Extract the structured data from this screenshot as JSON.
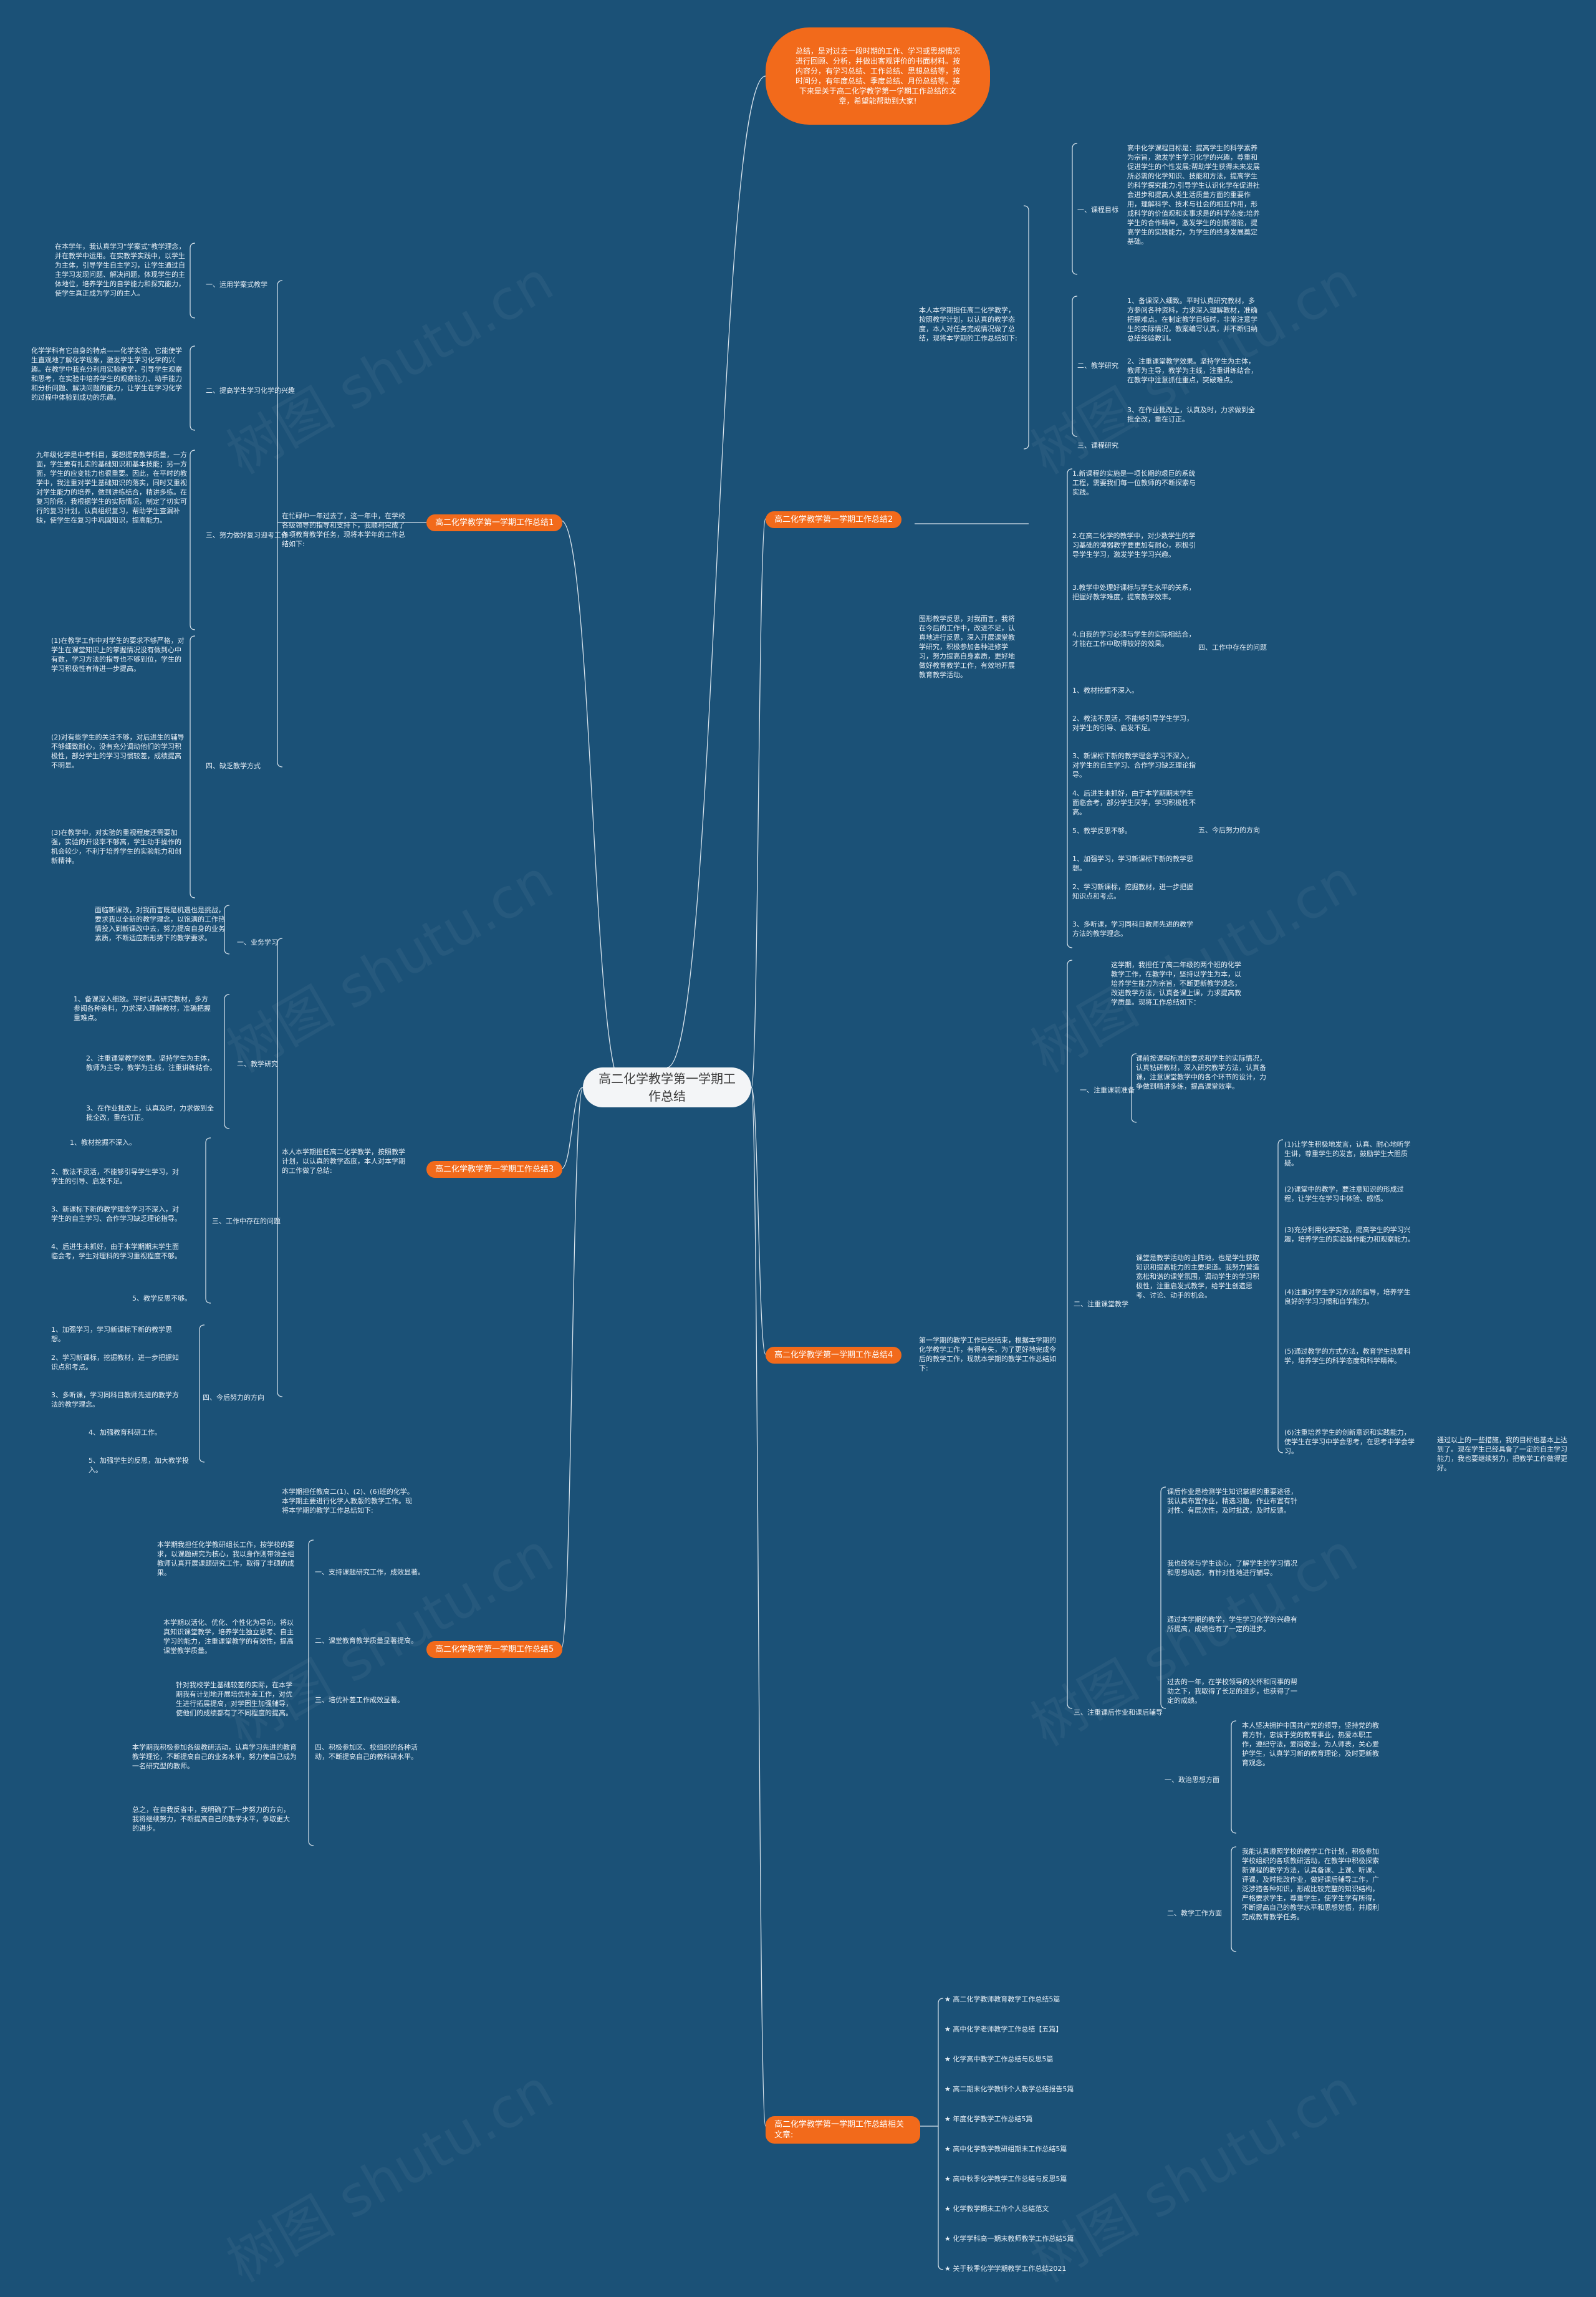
{
  "root": "高二化学教学第一学期工作总结",
  "intro": "总结，是对过去一段时期的工作、学习或思想情况进行回顾、分析，并做出客观评价的书面材料。按内容分，有学习总结、工作总结、思想总结等，按时间分，有年度总结、季度总结、月份总结等。接下来是关于高二化学教学第一学期工作总结的文章，希望能帮助到大家!",
  "branches": {
    "b1": "高二化学教学第一学期工作总结1",
    "b2": "高二化学教学第一学期工作总结2",
    "b3": "高二化学教学第一学期工作总结3",
    "b4": "高二化学教学第一学期工作总结4",
    "b5": "高二化学教学第一学期工作总结5",
    "b6": "高二化学教学第一学期工作总结相关文章:"
  },
  "s1": {
    "lead": "在忙碌中一年过去了，这一年中，在学校各级领导的指导和支持下，我顺利完成了各项教育教学任务，现将本学年的工作总结如下:",
    "h1": "一、运用学案式教学",
    "t1": "在本学年，我认真学习“学案式”教学理念，并在教学中运用。在实教学实践中，以学生为主体，引导学生自主学习，让学生通过自主学习发现问题、解决问题，体现学生的主体地位，培养学生的自学能力和探究能力，使学生真正成为学习的主人。",
    "h2": "二、提高学生学习化学的兴趣",
    "t2": "化学学科有它自身的特点——化学实验，它能使学生直观地了解化学现象，激发学生学习化学的兴趣。在教学中我充分利用实验教学，引导学生观察和思考，在实验中培养学生的观察能力、动手能力和分析问题、解决问题的能力，让学生在学习化学的过程中体验到成功的乐趣。",
    "h3": "三、努力做好复习迎考工作",
    "t3": "九年级化学是中考科目，要想提高教学质量，一方面，学生要有扎实的基础知识和基本技能；另一方面，学生的应变能力也很重要。因此，在平时的教学中，我注重对学生基础知识的落实，同时又重视对学生能力的培养，做到讲练结合，精讲多练。在复习阶段，我根据学生的实际情况，制定了切实可行的复习计划，认真组织复习，帮助学生查漏补缺，使学生在复习中巩固知识，提高能力。",
    "h4": "四、缺乏教学方式",
    "t4a": "(1)在教学工作中对学生的要求不够严格，对学生在课堂知识上的掌握情况没有做到心中有数，学习方法的指导也不够到位，学生的学习积极性有待进一步提高。",
    "t4b": "(2)对有些学生的关注不够，对后进生的辅导不够细致耐心，没有充分调动他们的学习积极性，部分学生的学习习惯较差，成绩提高不明显。",
    "t4c": "(3)在教学中，对实验的重视程度还需要加强，实验的开设率不够高，学生动手操作的机会较少，不利于培养学生的实验能力和创新精神。"
  },
  "s2": {
    "lead": "本人本学期担任高二化学教学，按照教学计划，以认真的教学态度，本人对任务完成情况做了总结，现将本学期的工作总结如下:",
    "h1": "一、课程目标",
    "t1": "高中化学课程目标是：提高学生的科学素养为宗旨，激发学生学习化学的兴趣，尊重和促进学生的个性发展;帮助学生获得未来发展所必需的化学知识、技能和方法，提高学生的科学探究能力;引导学生认识化学在促进社会进步和提高人类生活质量方面的重要作用，理解科学、技术与社会的相互作用，形成科学的价值观和实事求是的科学态度;培养学生的合作精神，激发学生的创新潜能，提高学生的实践能力，为学生的终身发展奠定基础。",
    "h2": "二、教学研究",
    "t2a": "1、备课深入细致。平时认真研究教材，多方参阅各种资料，力求深入理解教材，准确把握难点。在制定教学目标时，非常注意学生的实际情况，教案编写认真，并不断归纳总结经验教训。",
    "t2b": "2、注重课堂教学效果。坚持学生为主体，教师为主导，教学为主线，注重讲练结合，在教学中注意抓住重点，突破难点。",
    "t2c": "3、在作业批改上，认真及时，力求做到全批全改，重在订正。",
    "h3": "三、课程研究",
    "t3": "1.新课程的实施是一项长期的艰巨的系统工程，需要我们每一位教师的不断探索与实践。",
    "t3b": "2.在高二化学的教学中，对少数学生的学习基础的薄弱教学要更加有耐心，积极引导学生学习，激发学生学习兴趣。",
    "t3c": "3.教学中处理好课标与学生水平的关系，把握好教学难度，提高教学效率。",
    "t3d": "4.自我的学习必须与学生的实际相结合，才能在工作中取得较好的效果。",
    "h4": "四、工作中存在的问题",
    "t4a": "1、教材挖掘不深入。",
    "t4b": "2、教法不灵活，不能够引导学生学习，对学生的引导、启发不足。",
    "t4c": "3、新课标下新的教学理念学习不深入，对学生的自主学习、合作学习缺乏理论指导。",
    "t4d": "4、后进生未抓好，由于本学期期末学生面临会考，部分学生厌学，学习积极性不高。",
    "t4e": "5、教学反思不够。",
    "h5": "五、今后努力的方向",
    "t5a": "1、加强学习，学习新课标下新的教学思想。",
    "t5b": "2、学习新课标，挖掘教材，进一步把握知识点和考点。",
    "t5c": "3、多听课，学习同科目教师先进的教学方法的教学理念。",
    "rel": "图形教学反思，对我而言，我将在今后的工作中，改进不足，认真地进行反思，深入开展课堂教学研究，积极参加各种进修学习，努力提高自身素质，更好地做好教育教学工作，有效地开展教育教学活动。"
  },
  "s3": {
    "lead": "本人本学期担任高二化学教学，按照教学计划，以认真的教学态度，本人对本学期的工作做了总结:",
    "h1": "一、业务学习",
    "t1": "面临新课改，对我而言既是机遇也是挑战，要求我以全新的教学理念，以饱满的工作热情投入到新课改中去，努力提高自身的业务素质，不断适应新形势下的教学要求。",
    "h2": "二、教学研究",
    "t2a": "1、备课深入细致。平时认真研究教材，多方参阅各种资料，力求深入理解教材，准确把握重难点。",
    "t2b": "2、注重课堂教学效果。坚持学生为主体，教师为主导，教学为主线，注重讲练结合。",
    "t2c": "3、在作业批改上，认真及时，力求做到全批全改，重在订正。",
    "h3": "三、工作中存在的问题",
    "t3a": "1、教材挖掘不深入。",
    "t3b": "2、教法不灵活，不能够引导学生学习，对学生的引导、启发不足。",
    "t3c": "3、新课标下新的教学理念学习不深入，对学生的自主学习、合作学习缺乏理论指导。",
    "t3d": "4、后进生未抓好，由于本学期期末学生面临会考，学生对理科的学习重视程度不够。",
    "t3e": "5、教学反思不够。",
    "h4": "四、今后努力的方向",
    "t4a": "1、加强学习，学习新课标下新的教学思想。",
    "t4b": "2、学习新课标，挖掘教材，进一步把握知识点和考点。",
    "t4c": "3、多听课，学习同科目教师先进的教学方法的教学理念。",
    "t4d": "4、加强教育科研工作。",
    "t4e": "5、加强学生的反思，加大教学投入。"
  },
  "s4": {
    "lead": "第一学期的教学工作已经结束，根据本学期的化学教学工作，有得有失，为了更好地完成今后的教学工作，现就本学期的教学工作总结如下:",
    "intro2": "这学期，我担任了高二年级的两个班的化学教学工作，在教学中，坚持以学生为本，以培养学生能力为宗旨，不断更新教学观念，改进教学方法，认真备课上课，力求提高教学质量。现将工作总结如下：",
    "h1": "一、注重课前准备",
    "t1": "课前按课程标准的要求和学生的实际情况，认真钻研教材，深入研究教学方法，认真备课，注意课堂教学中的各个环节的设计，力争做到精讲多练，提高课堂效率。",
    "h2": "二、注重课堂教学",
    "t2": "课堂是教学活动的主阵地，也是学生获取知识和提高能力的主要渠道。我努力营造宽松和谐的课堂氛围，调动学生的学习积极性，注重启发式教学，给学生创造思考、讨论、动手的机会。",
    "t2a": "(1)让学生积极地发言，认真、耐心地听学生讲，尊重学生的发言，鼓励学生大胆质疑。",
    "t2b": "(2)课堂中的教学，要注意知识的形成过程，让学生在学习中体验、感悟。",
    "t2c": "(3)充分利用化学实验，提高学生的学习兴趣，培养学生的实验操作能力和观察能力。",
    "t2d": "(4)注重对学生学习方法的指导，培养学生良好的学习习惯和自学能力。",
    "t2e": "(5)通过教学的方式方法，教育学生热爱科学，培养学生的科学态度和科学精神。",
    "t2f": "(6)注重培养学生的创新意识和实践能力，使学生在学习中学会思考，在思考中学会学习。",
    "side": "通过以上的一些措施，我的目标也基本上达到了。现在学生已经具备了一定的自主学习能力，我也要继续努力，把教学工作做得更好。",
    "h3": "三、注重课后作业和课后辅导",
    "t3": "课后作业是检测学生知识掌握的重要途径，我认真布置作业，精选习题，作业布置有针对性、有层次性，及时批改，及时反馈。",
    "t3b": "我也经常与学生谈心，了解学生的学习情况和思想动态，有针对性地进行辅导。",
    "t3c": "通过本学期的教学，学生学习化学的兴趣有所提高，成绩也有了一定的进步。",
    "t3d": "过去的一年，在学校领导的关怀和同事的帮助之下，我取得了长足的进步，也获得了一定的成绩。",
    "h4": "一、政治思想方面",
    "t4": "本人坚决拥护中国共产党的领导，坚持党的教育方针，忠诚于党的教育事业，热爱本职工作，遵纪守法，爱岗敬业，为人师表，关心爱护学生，认真学习新的教育理论，及时更新教育观念。",
    "h5": "二、教学工作方面",
    "t5": "我能认真遵照学校的教学工作计划，积极参加学校组织的各项教研活动，在教学中积极探索新课程的教学方法，认真备课、上课、听课、评课，及时批改作业，做好课后辅导工作，广泛涉猎各种知识，形成比较完整的知识结构，严格要求学生，尊重学生，使学生学有所得，不断提高自己的教学水平和思想觉悟，并顺利完成教育教学任务。"
  },
  "s5": {
    "lead": "本学期担任教高二(1)、(2)、(6)班的化学。本学期主要进行化学人教版的教学工作。现将本学期的教学工作总结如下:",
    "h1": "一、支持课题研究工作，成效显著。",
    "t1": "本学期我担任化学教研组长工作，按学校的要求，以课题研究为核心，我以身作则带领全组教师认真开展课题研究工作，取得了丰硕的成果。",
    "h2": "二、课堂教育教学质量显著提高。",
    "t2": "本学期以活化、优化、个性化为导向，将以真知识课堂教学，培养学生独立思考、自主学习的能力，注重课堂教学的有效性，提高课堂教学质量。",
    "h3": "三、培优补差工作成效显著。",
    "t3": "针对我校学生基础较差的实际，在本学期我有计划地开展培优补差工作，对优生进行拓展提高，对学困生加强辅导，使他们的成绩都有了不同程度的提高。",
    "h4": "四、积极参加区、校组织的各种活动，不断提高自己的教科研水平。",
    "t4": "本学期我积极参加各级教研活动，认真学习先进的教育教学理论，不断提高自己的业务水平，努力使自己成为一名研究型的教师。",
    "t5": "总之，在自我反省中，我明确了下一步努力的方向，我将继续努力，不断提高自己的教学水平，争取更大的进步。"
  },
  "s6": [
    "★ 高二化学教师教育教学工作总结5篇",
    "★ 高中化学老师教学工作总结【五篇】",
    "★ 化学高中教学工作总结与反思5篇",
    "★ 高二期末化学教师个人教学总结报告5篇",
    "★ 年度化学教学工作总结5篇",
    "★ 高中化学教学教研组期末工作总结5篇",
    "★ 高中秋季化学教学工作总结与反思5篇",
    "★ 化学教学期末工作个人总结范文",
    "★ 化学学科高一期末教师教学工作总结5篇",
    "★ 关于秋季化学学期教学工作总结2021"
  ],
  "watermark": "树图 shutu.cn"
}
